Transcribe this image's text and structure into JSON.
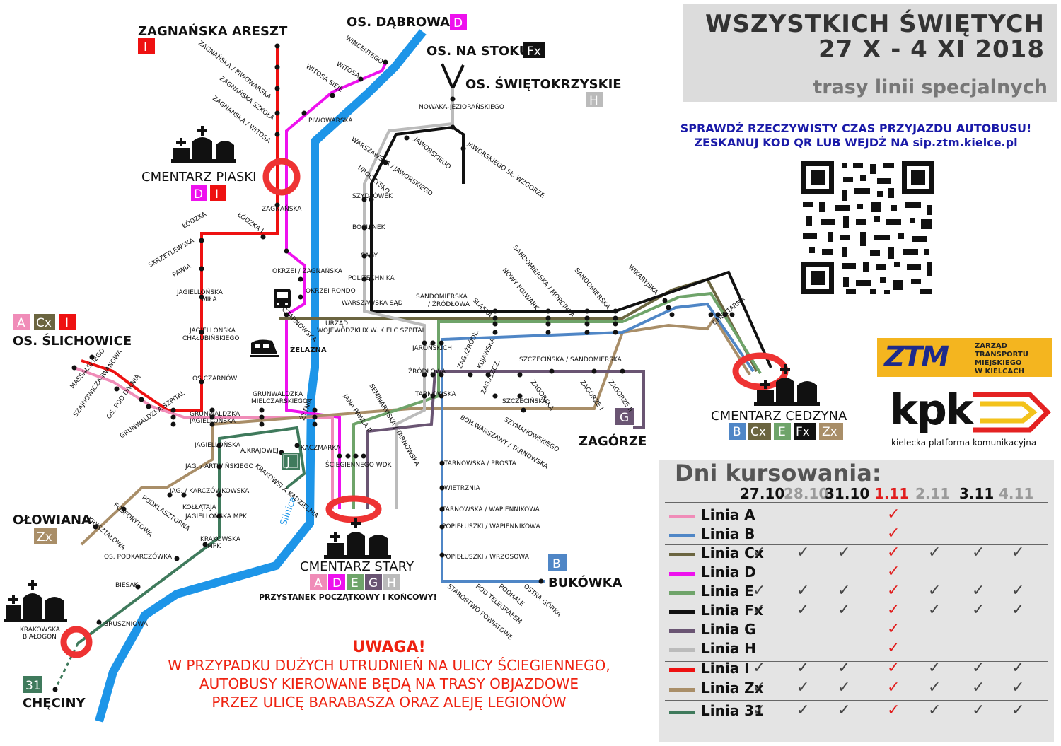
{
  "header": {
    "title_line1": "WSZYSTKICH ŚWIĘTYCH",
    "title_line2": "27 X - 4 XI 2018",
    "subtitle": "trasy linii specjalnych"
  },
  "info": {
    "line1": "SPRAWDŹ RZECZYWISTY CZAS PRZYJAZDU AUTOBUSU!",
    "line2": "ZESKANUJ KOD QR LUB WEJDŹ NA sip.ztm.kielce.pl"
  },
  "logos": {
    "ztm_mark": "ZTM",
    "ztm_text": [
      "ZARZĄD",
      "TRANSPORTU",
      "MIEJSKIEGO",
      "W KIELCACH"
    ],
    "kpk_mark": "kpk",
    "kpk_text": "kielecka platforma komunikacyjna"
  },
  "schedule": {
    "title": "Dni kursowania:",
    "days": [
      {
        "label": "27.10",
        "color": "#111111"
      },
      {
        "label": "28.10",
        "color": "#9a9a9a"
      },
      {
        "label": "31.10",
        "color": "#111111"
      },
      {
        "label": "1.11",
        "color": "#e11d1d"
      },
      {
        "label": "2.11",
        "color": "#9a9a9a"
      },
      {
        "label": "3.11",
        "color": "#111111"
      },
      {
        "label": "4.11",
        "color": "#9a9a9a"
      }
    ],
    "check_mark": "✓",
    "lines": [
      {
        "name": "Linia A",
        "color": "#f08cb8",
        "days": [
          false,
          false,
          false,
          true,
          false,
          false,
          false
        ]
      },
      {
        "name": "Linia B",
        "color": "#4f86c6",
        "days": [
          false,
          false,
          false,
          true,
          false,
          false,
          false
        ]
      },
      {
        "name": "Linia Cx",
        "color": "#6b6540",
        "days": [
          true,
          true,
          true,
          true,
          true,
          true,
          true
        ]
      },
      {
        "name": "Linia D",
        "color": "#ee11ee",
        "days": [
          false,
          false,
          false,
          true,
          false,
          false,
          false
        ]
      },
      {
        "name": "Linia E",
        "color": "#6fa46a",
        "days": [
          true,
          true,
          true,
          true,
          true,
          true,
          true
        ]
      },
      {
        "name": "Linia Fx",
        "color": "#111111",
        "days": [
          true,
          true,
          true,
          true,
          true,
          true,
          true
        ]
      },
      {
        "name": "Linia G",
        "color": "#6a5573",
        "days": [
          false,
          false,
          false,
          true,
          false,
          false,
          false
        ]
      },
      {
        "name": "Linia H",
        "color": "#bbbbbb",
        "days": [
          false,
          false,
          false,
          true,
          false,
          false,
          false
        ]
      },
      {
        "name": "Linia I",
        "color": "#ee1111",
        "days": [
          true,
          true,
          true,
          true,
          true,
          true,
          true
        ]
      },
      {
        "name": "Linia Zx",
        "color": "#a98e68",
        "days": [
          true,
          true,
          true,
          true,
          true,
          true,
          true
        ]
      },
      {
        "name": "Linia 31",
        "color": "#3f7a5c",
        "days": [
          true,
          true,
          true,
          true,
          true,
          true,
          true
        ]
      }
    ]
  },
  "warning": {
    "title": "UWAGA!",
    "line1": "W PRZYPADKU DUŻYCH UTRUDNIEŃ NA ULICY ŚCIEGIENNEGO,",
    "line2": "AUTOBUSY KIEROWANE BĘDĄ NA TRASY OBJAZDOWE",
    "line3": "PRZEZ ULICĘ BARABASZA ORAZ ALEJĘ LEGIONÓW"
  },
  "map": {
    "places": {
      "zagnanska_areszt": "ZAGNAŃSKA ARESZT",
      "os_dabrowa": "OS. DĄBROWA",
      "os_na_stoku": "OS. NA STOKU",
      "os_swietokrzyskie": "OS. ŚWIĘTOKRZYSKIE",
      "os_slichowice": "OS. ŚLICHOWICE",
      "olowiana": "OŁOWIANA",
      "zagorze": "ZAGÓRZE",
      "bukowka": "BUKÓWKA",
      "checiny": "CHĘCINY",
      "river": "Silnica",
      "zelazna": "ŻELAZNA"
    },
    "cemeteries": {
      "piaski": "CMENTARZ PIASKI",
      "stary": "CMENTARZ STARY",
      "stary_note": "PRZYSTANEK POCZĄTKOWY I KOŃCOWY!",
      "cedzyna": "CMENTARZ CEDZYNA"
    },
    "badges": {
      "I": "I",
      "D": "D",
      "Fx": "Fx",
      "H": "H",
      "A": "A",
      "Cx": "Cx",
      "G": "G",
      "B": "B",
      "E": "E",
      "Zx": "Zx",
      "J": "J",
      "31": "31"
    },
    "stops": {
      "wincentego": "WINCENTEGO",
      "witosa": "WITOSA",
      "witosa_sieje": "WITOSA SIEJE",
      "piwowarska": "PIWOWARSKA",
      "zag_piwowarska": "ZAGNAŃSKA / PIWOWARSKA",
      "zag_szkola": "ZAGNAŃSKA SZKOŁA",
      "zag_witosa": "ZAGNAŃSKA / WITOSA",
      "zagnanska": "ZAGNAŃSKA",
      "lodzka": "ŁÓDZKA",
      "lodzka_i": "ŁÓDZKA I",
      "skrzetlewska": "SKRZETLEWSKA",
      "pawia": "PAWIA",
      "jag_mila": "JAGIELLOŃSKA MIŁA",
      "jag_chalubinskiego": "JAGIELLOŃSKA CHAŁUBIŃSKIEGO",
      "os_czarnow": "OS.CZARNÓW",
      "massalskiego": "MASSALSKIEGO",
      "szajnowicza": "SZAJNOWICZA-IWANOWA",
      "os_pod_dalnia": "OS. POD DALNIĄ",
      "grunwaldzka_szpital": "GRUNWALDZKA SZPITAL",
      "grunwaldzka": "GRUNWALDZKA",
      "jagiellonska": "JAGIELLOŃSKA",
      "grunw_mielczarskiego": "GRUNWALDZKA MIELCZARSKIEGO",
      "jagiellonska2": "JAGIELLOŃSKA",
      "a_krajowej": "A.KRAJOWEJ",
      "jag_artwinskiego": "JAG. / ARTWIŃSKIEGO",
      "jag_karczowkowska": "JAG. / KARCZÓWKOWSKA",
      "kollataja": "KOŁŁĄTAJA",
      "jag_mpk": "JAGIELLOŃSKA MPK",
      "podklasztorna": "PODKLASZTORNA",
      "fosforytowa": "FOSFORYTOWA",
      "krysztalowa": "KRYSZTAŁOWA",
      "krakowska_mpk": "KRAKOWSKA MPK",
      "os_podkarczowka": "OS. PODKARCZÓWKA",
      "biesak": "BIESAK",
      "brusznioowa": "BRUSZNIOWA",
      "krakowska_bialogon": "KRAKOWSKA BIAŁOGON",
      "krakowska_kadzielnia": "KRAKOWSKA KADZIELNIA",
      "kaczmarka": "KACZMARKA",
      "zytnia": "ŻYTNIA",
      "czarnowska": "CZARNOWSKA",
      "okrzei_zagnanska": "OKRZEI / ZAGNAŃSKA",
      "okrzei_rondo": "OKRZEI RONDO",
      "urzad_wojewodzki": "URZĄD WOJEWÓDZKI",
      "ix_wiek": "IX W. KIELC SZPITAL",
      "warszawska_sad": "WARSZAWSKA SĄD",
      "politechnika": "POLITECHNIKA",
      "sady": "SADY",
      "bocianek": "BOCIANEK",
      "szydlowek": "SZYDŁÓWEK",
      "uroczysko": "UROCZYSKO",
      "warszawska_jaworskiego": "WARSZAWSKA / JAWORSKIEGO",
      "jaworskiego": "JAWORSKIEGO",
      "jaworskiego_wzgorze": "JAWORSKIEGO SŁ. WZGÓRZE",
      "nowaka": "NOWAKA-JEZIORAŃSKIEGO",
      "sandomierska_zrodlowa": "SANDOMIERSKA / ŹRÓDŁOWA",
      "slaska": "ŚLĄSKA",
      "nowy_folwark": "NOWY FOLWARK",
      "sandomierska_morcinka": "SANDOMIERSKA / MORCINKA",
      "sandomierska": "SANDOMIERSKA",
      "wikaryjska": "WIKARYJSKA",
      "cmentarna": "CMENTARNA",
      "jaronskich": "JAROŃSKICH",
      "zrodlowa": "ŹRÓDŁOWA",
      "tarnowska": "TARNOWSKA",
      "zag_zrodl": "ZAG./ŹRÓDŁ.",
      "kujawska": "KUJAWSKA",
      "zag_szcz": "ZAG./SZCZ.",
      "szczecinska_sandomierska": "SZCZECIŃSKA / SANDOMIERSKA",
      "szczecinska": "SZCZECIŃSKA",
      "zagorska": "ZAGÓRSKA",
      "zagorze_i": "ZAGÓRZE I",
      "zagorze_ii": "ZAGÓRZE II",
      "szymanowskiego": "SZYMANOWSKIEGO",
      "boh_warszawy": "BOH.WARSZAWY / TARNOWSKA",
      "seminaryjska": "SEMINARYJSKA / TARNOWSKA",
      "jana_pawla": "JANA PAWŁA II",
      "sciegiennego": "ŚCIEGIENNEGO WDK",
      "tarnowska_prosta": "TARNOWSKA / PROSTA",
      "wietrznia": "WIETRZNIA",
      "tarnowska_wapiennikowa": "TARNOWSKA / WAPIENNIKOWA",
      "popieluszki_wapiennikowa": "POPIEŁUSZKI / WAPIENNIKOWA",
      "popieluszki_wrzosowa": "POPIEŁUSZKI / WRZOSOWA",
      "starostwo": "STAROSTWO POWIATOWE",
      "pod_telegrafem": "POD TELEGRAFEM",
      "podhale": "PODHALE",
      "ostra_gorka": "OSTRA GÓRKA"
    }
  }
}
